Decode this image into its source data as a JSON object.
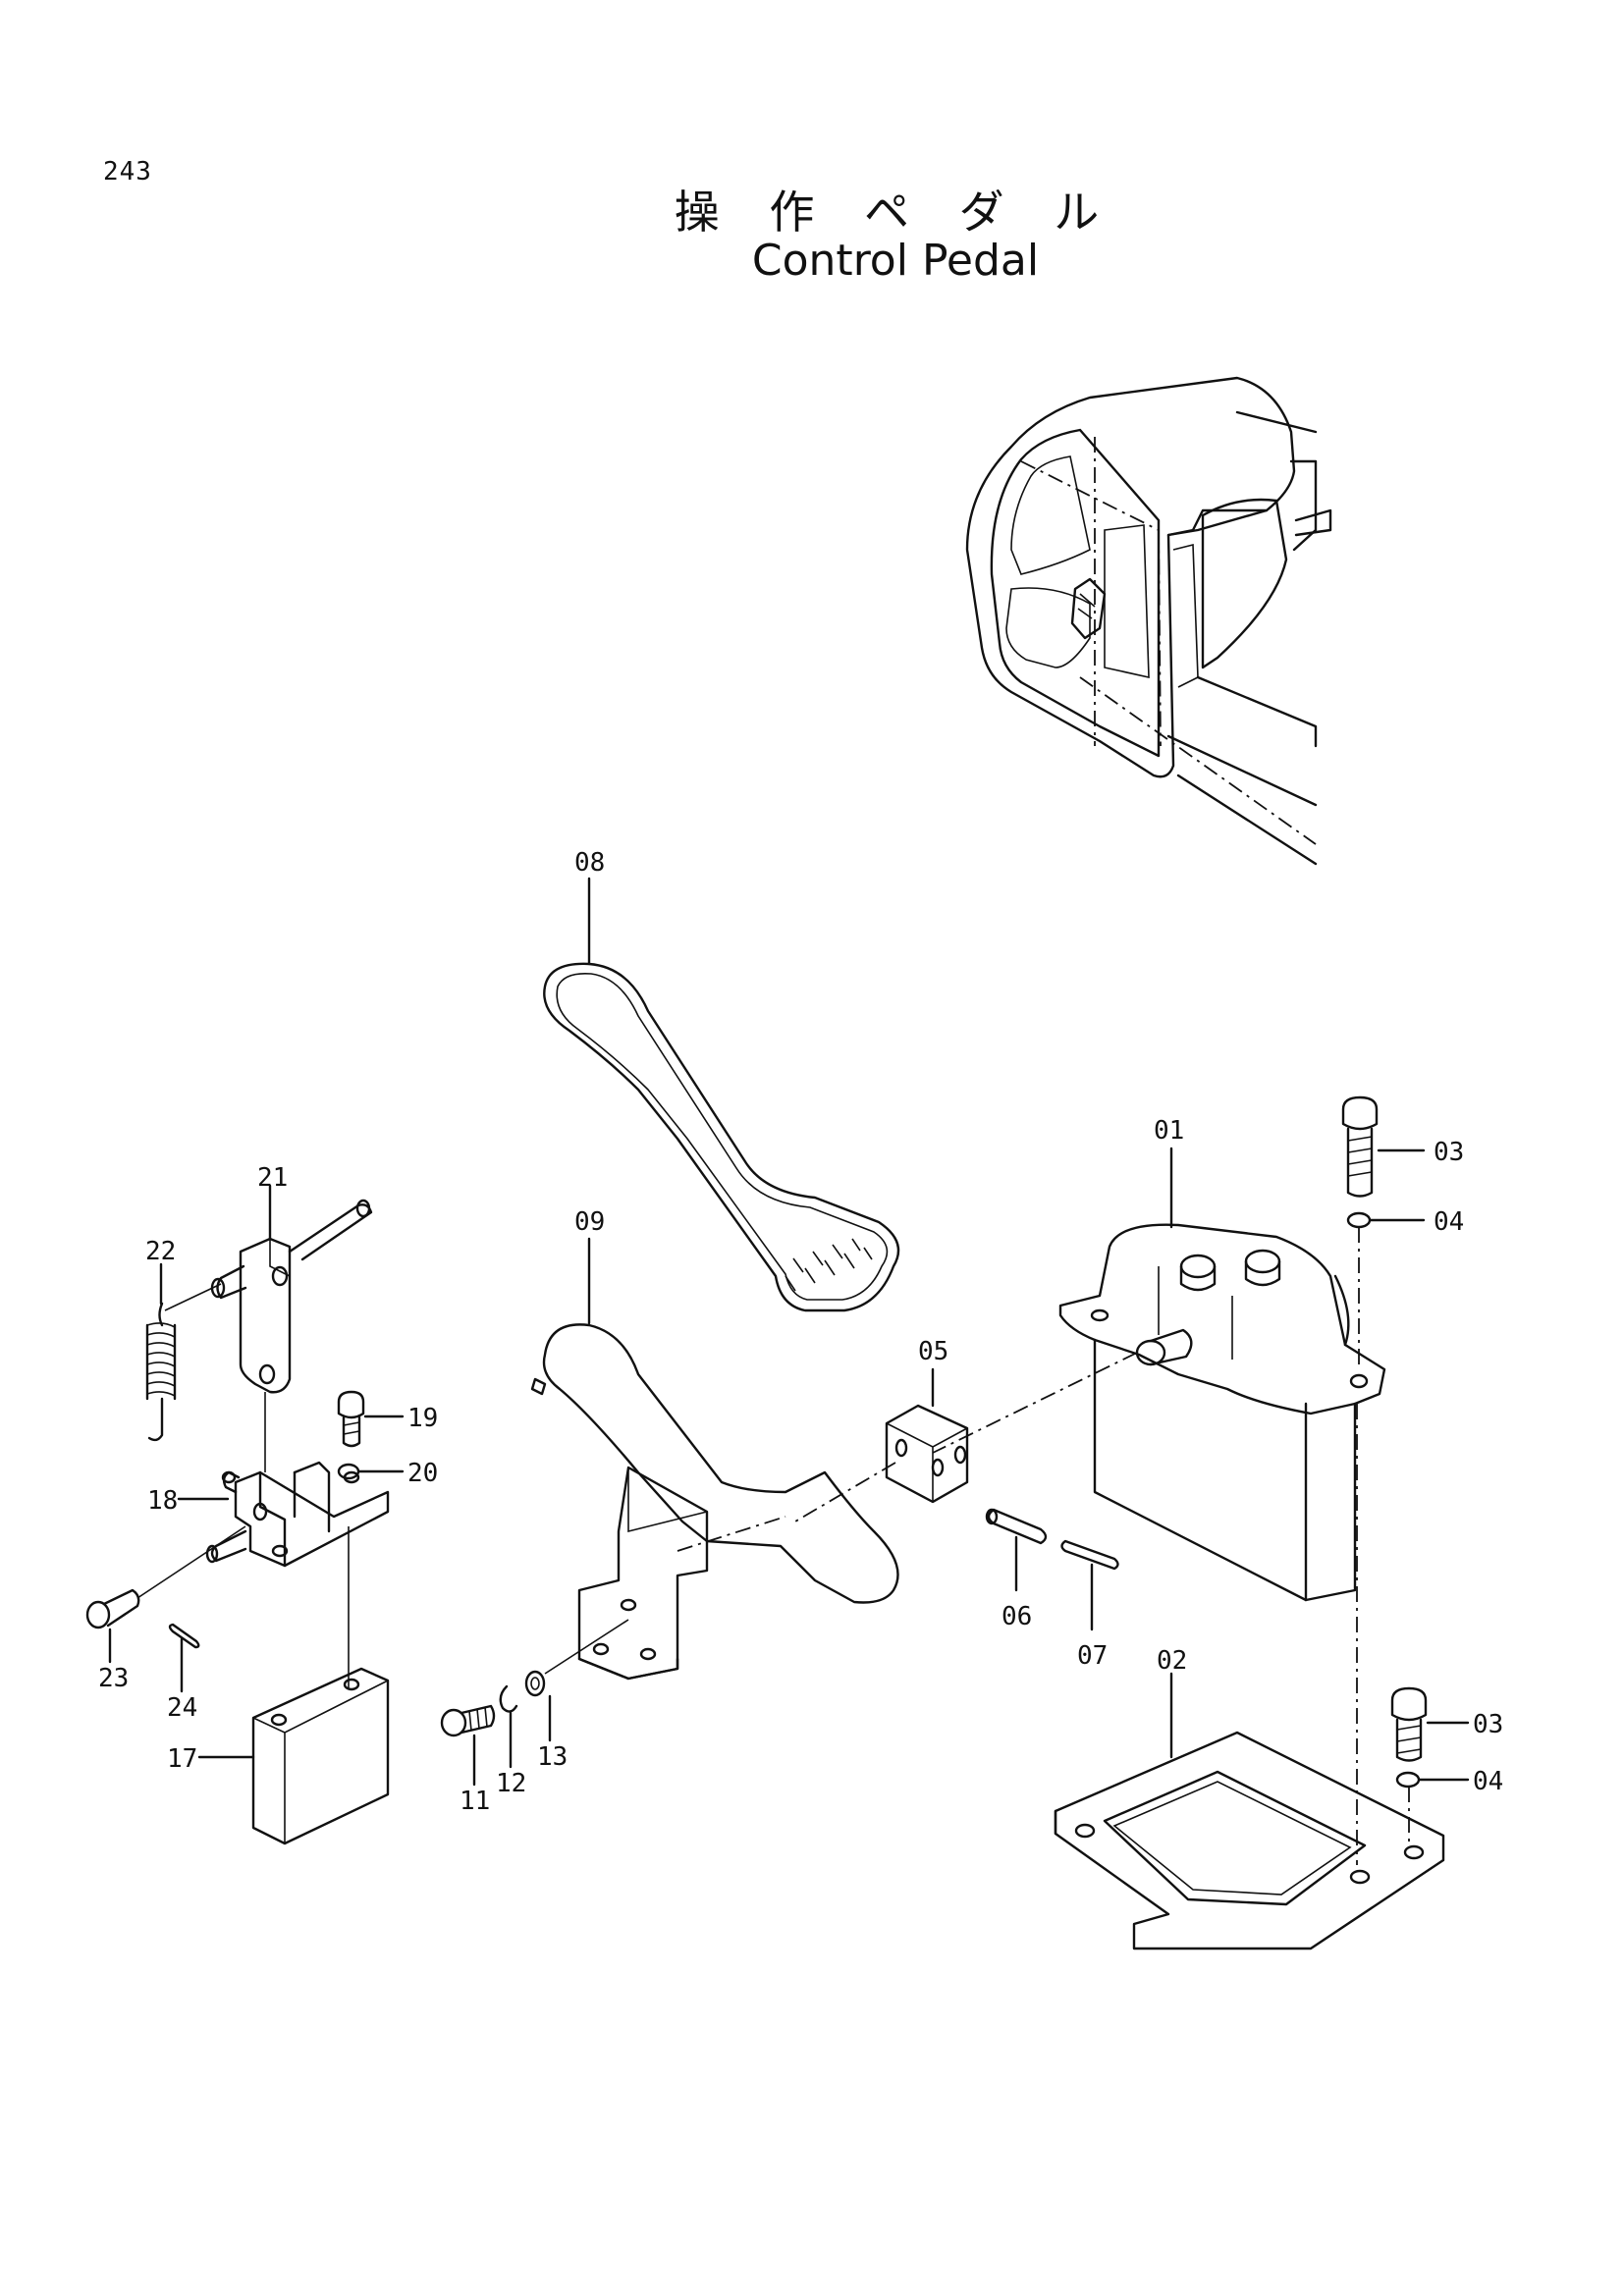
{
  "page_number": "243",
  "title_japanese": "操 作 ペ ダ ル",
  "title_english": "Control Pedal",
  "part_labels": {
    "p01": "01",
    "p02": "02",
    "p03a": "03",
    "p03b": "03",
    "p04a": "04",
    "p04b": "04",
    "p05": "05",
    "p06": "06",
    "p07": "07",
    "p08": "08",
    "p09": "09",
    "p11": "11",
    "p12": "12",
    "p13": "13",
    "p17": "17",
    "p18": "18",
    "p19": "19",
    "p20": "20",
    "p21": "21",
    "p22": "22",
    "p23": "23",
    "p24": "24"
  }
}
